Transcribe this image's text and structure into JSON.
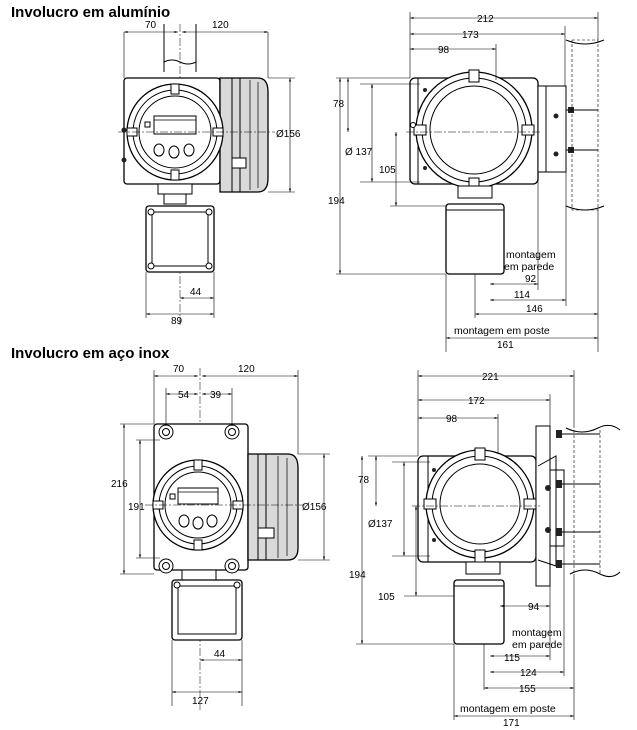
{
  "titles": {
    "aluminum": "Involucro em alumínio",
    "stainless": "Involucro em aço inox"
  },
  "aluminum_front": {
    "d70": "70",
    "d120": "120",
    "d156": "Ø156",
    "d44": "44",
    "d89": "89"
  },
  "aluminum_side": {
    "d212": "212",
    "d173": "173",
    "d98": "98",
    "d78": "78",
    "d137": "Ø 137",
    "d105": "105",
    "d194": "194",
    "d92": "92",
    "d114": "114",
    "d146": "146",
    "d161": "161",
    "wall_mount_1": "montagem",
    "wall_mount_2": "em parede",
    "pole_mount": "montagem em poste"
  },
  "stainless_front": {
    "d70": "70",
    "d120": "120",
    "d54": "54",
    "d39": "39",
    "d216": "216",
    "d191": "191",
    "d156": "Ø156",
    "d44": "44",
    "d127": "127"
  },
  "stainless_side": {
    "d221": "221",
    "d172": "172",
    "d98": "98",
    "d78": "78",
    "d137": "Ø137",
    "d194": "194",
    "d105": "105",
    "d94": "94",
    "d115": "115",
    "d124": "124",
    "d155": "155",
    "d171": "171",
    "wall_mount_1": "montagem",
    "wall_mount_2": "em parede",
    "pole_mount": "montagem em poste"
  }
}
